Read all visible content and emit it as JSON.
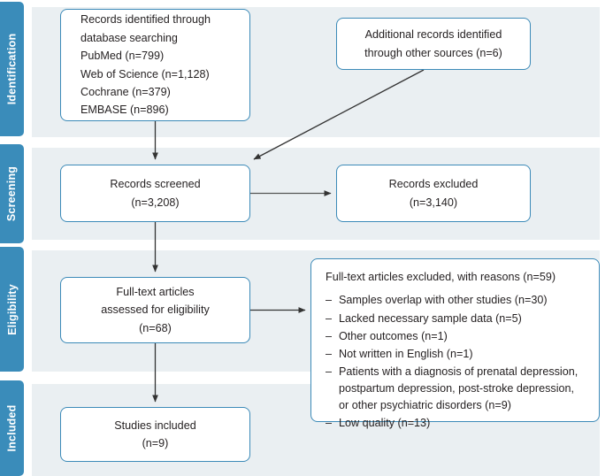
{
  "diagram": {
    "title": "PRISMA study selection flow diagram",
    "accent_color": "#3a8cba",
    "band_color": "#eaeff2",
    "box_border_color": "#3c8ab8",
    "arrow_color": "#333333"
  },
  "stages": {
    "identification": "Identification",
    "screening": "Screening",
    "eligibility": "Eligibility",
    "included": "Included"
  },
  "boxes": {
    "database_search": {
      "lines": [
        "Records identified through",
        "database searching",
        "PubMed (n=799)",
        "Web of Science (n=1,128)",
        "Cochrane (n=379)",
        "EMBASE (n=896)"
      ]
    },
    "other_sources": {
      "lines": [
        "Additional records identified",
        "through other sources (n=6)"
      ]
    },
    "records_screened": {
      "lines": [
        "Records screened",
        "(n=3,208)"
      ]
    },
    "records_excluded": {
      "lines": [
        "Records excluded",
        "(n=3,140)"
      ]
    },
    "fulltext_assessed": {
      "lines": [
        "Full-text articles",
        "assessed for eligibility",
        "(n=68)"
      ]
    },
    "fulltext_excluded": {
      "title": "Full-text articles excluded, with reasons (n=59)",
      "dash": "–",
      "reasons": [
        "Samples overlap with other studies (n=30)",
        "Lacked necessary sample data (n=5)",
        "Other outcomes (n=1)",
        "Not written in English (n=1)",
        "Patients with a diagnosis of prenatal depression, postpartum depression, post-stroke depression, or other psychiatric disorders (n=9)",
        "Low quality (n=13)"
      ]
    },
    "studies_included": {
      "lines": [
        "Studies included",
        "(n=9)"
      ]
    }
  },
  "counts": {
    "pubmed": 799,
    "web_of_science": 1128,
    "cochrane": 379,
    "embase": 896,
    "other_sources": 6,
    "records_screened": 3208,
    "records_excluded": 3140,
    "fulltext_assessed": 68,
    "fulltext_excluded": 59,
    "studies_included": 9,
    "reason_samples_overlap": 30,
    "reason_lacked_data": 5,
    "reason_other_outcomes": 1,
    "reason_not_english": 1,
    "reason_psychiatric": 9,
    "reason_low_quality": 13
  }
}
